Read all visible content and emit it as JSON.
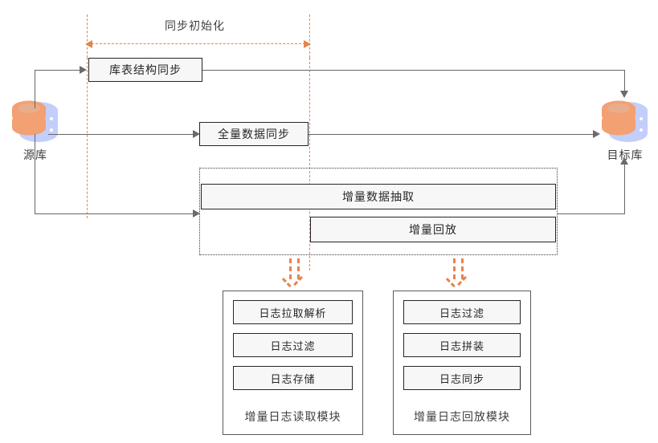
{
  "diagram": {
    "title_label": "同步初始化",
    "source_db": {
      "icon": "database-icon",
      "label": "源库"
    },
    "target_db": {
      "icon": "database-icon",
      "label": "目标库"
    },
    "stages": [
      {
        "id": "schema-sync",
        "label": "库表结构同步"
      },
      {
        "id": "full-data-sync",
        "label": "全量数据同步"
      },
      {
        "id": "incr-extract",
        "label": "增量数据抽取"
      },
      {
        "id": "incr-replay",
        "label": "增量回放"
      }
    ],
    "modules": [
      {
        "id": "incr-log-read-module",
        "title": "增量日志读取模块",
        "items": [
          "日志拉取解析",
          "日志过滤",
          "日志存储"
        ]
      },
      {
        "id": "incr-log-replay-module",
        "title": "增量日志回放模块",
        "items": [
          "日志过滤",
          "日志拼装",
          "日志同步"
        ]
      }
    ],
    "colors": {
      "accent_orange": "#e8834a",
      "box_fill": "#f7f7f7",
      "box_border": "#262626",
      "line_gray": "#666666",
      "text_dark": "#3d3d3d",
      "db_blue": "#c3cefb",
      "db_orange": "#f3a072"
    }
  }
}
